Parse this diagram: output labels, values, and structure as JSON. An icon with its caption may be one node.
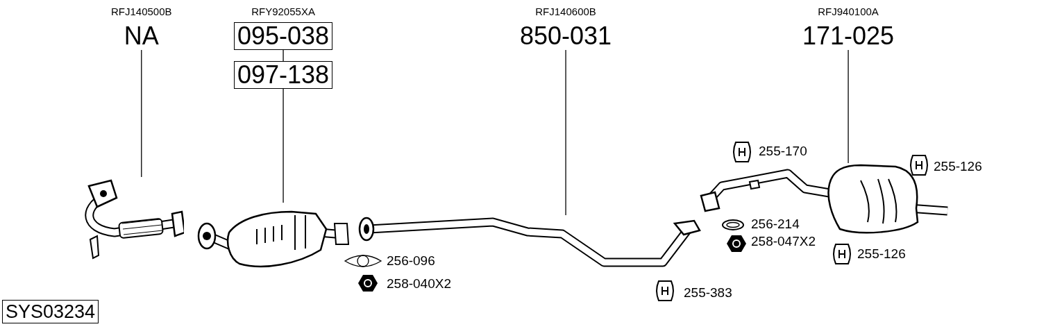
{
  "diagram": {
    "nodes": [
      {
        "text": [
          "RFJ140500B",
          "NA"
        ]
      },
      {
        "text": [
          "RFY92055XA",
          "095-038"
        ]
      },
      {
        "text": [
          "097-138"
        ]
      },
      {
        "text": [
          "RFJ140600B",
          "850-031"
        ]
      },
      {
        "text": [
          "RFJ940100A",
          "171-025"
        ]
      },
      {
        "text": [],
        "shape": "picture"
      },
      {
        "text": [],
        "shape": "picture"
      },
      {
        "text": [],
        "shape": "picture"
      },
      {
        "text": [],
        "shape": "picture"
      }
    ],
    "edges": [
      {
        "from": 0,
        "to": 5,
        "arrow": "none"
      },
      {
        "from": 1,
        "to": 2,
        "arrow": "none"
      },
      {
        "from": 2,
        "to": 6,
        "arrow": "none"
      },
      {
        "from": 3,
        "to": 7,
        "arrow": "none"
      },
      {
        "from": 4,
        "to": 8,
        "arrow": "none"
      }
    ],
    "labels": [
      "255-170",
      "255-126",
      "256-214",
      "258-047X2",
      "255-126",
      "256-096",
      "258-040X2",
      "255-383",
      "SYS03234"
    ]
  }
}
